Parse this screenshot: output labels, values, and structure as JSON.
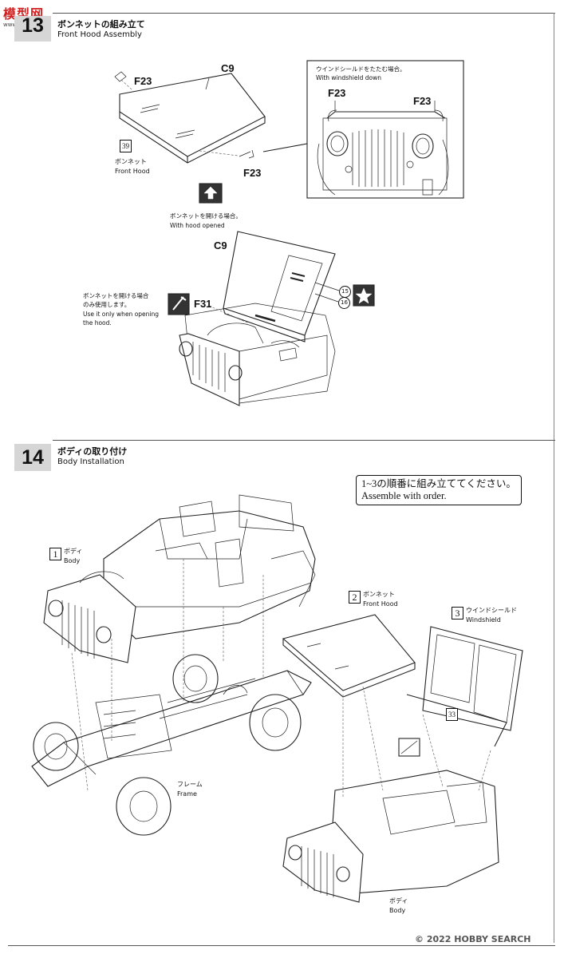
{
  "watermark": {
    "site_cn": "模型网",
    "site_en": "www.hmxmx.cn",
    "footer": "© 2022 HOBBY SEARCH"
  },
  "step13": {
    "number": "13",
    "title_jp": "ボンネットの組み立て",
    "title_en": "Front Hood Assembly",
    "parts": {
      "f23_a": "F23",
      "f23_b": "F23",
      "c9": "C9",
      "f23_c": "F23",
      "f23_d": "F23",
      "c9_b": "C9",
      "f31": "F31"
    },
    "decal_39": "39",
    "hood_jp": "ボンネット",
    "hood_en": "Front Hood",
    "windshield_jp": "ウインドシールドをたたむ場合。",
    "windshield_en": "With windshield down",
    "hood_open_jp": "ボンネットを開ける場合。",
    "hood_open_en": "With hood opened",
    "only_open_jp_1": "ボンネットを開ける場合",
    "only_open_jp_2": "のみ使用します。",
    "only_open_en_1": "Use it only when opening",
    "only_open_en_2": "the hood.",
    "decal_15": "15",
    "decal_16": "16"
  },
  "step14": {
    "number": "14",
    "title_jp": "ボディの取り付け",
    "title_en": "Body Installation",
    "note_jp": "1~3の順番に組み立ててください。",
    "note_en": "Assemble with order.",
    "order1_num": "1",
    "order1_jp": "ボディ",
    "order1_en": "Body",
    "order2_num": "2",
    "order2_jp": "ボンネット",
    "order2_en": "Front Hood",
    "order3_num": "3",
    "order3_jp": "ウインドシールド",
    "order3_en": "Windshield",
    "frame_jp": "フレーム",
    "frame_en": "Frame",
    "body_jp": "ボディ",
    "body_en": "Body",
    "decal_33": "33"
  },
  "colors": {
    "step_bg": "#d6d6d6",
    "ink": "#222222",
    "brand_red": "#d21f1f"
  }
}
